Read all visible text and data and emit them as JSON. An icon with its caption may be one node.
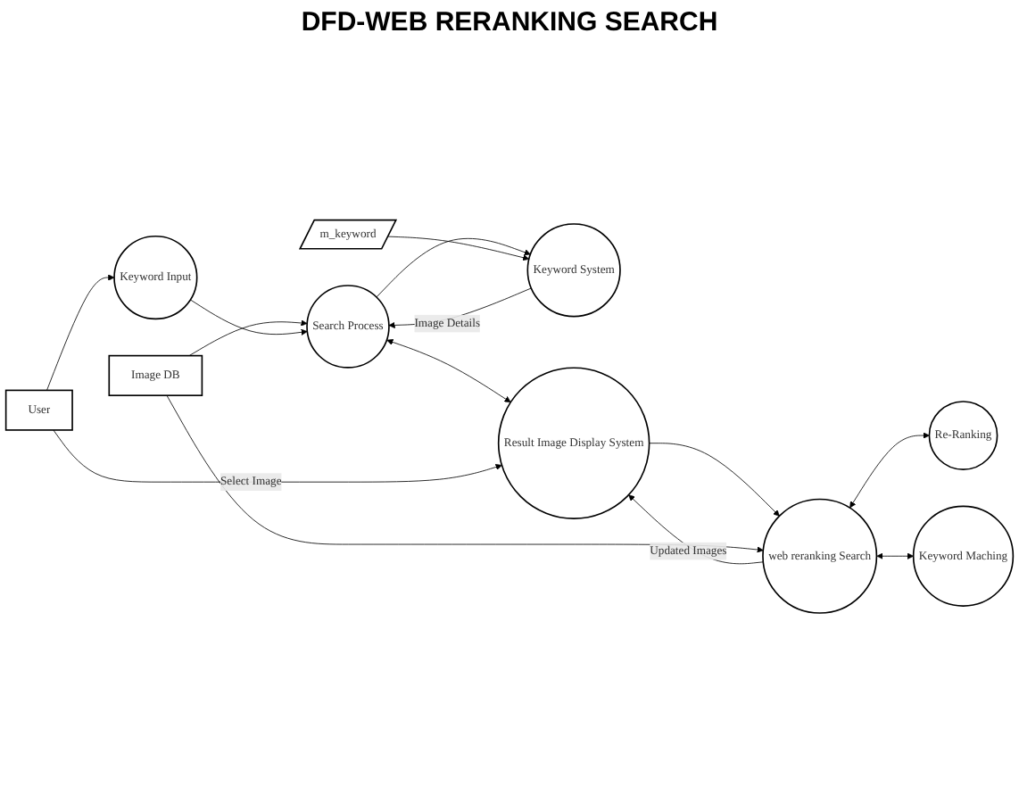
{
  "diagram": {
    "title": "DFD-WEB RERANKING SEARCH",
    "nodes": [
      {
        "text": [
          "User"
        ]
      },
      {
        "text": [
          "Image DB"
        ]
      },
      {
        "text": [
          "Keyword Input"
        ]
      },
      {
        "text": [
          "Search Process"
        ]
      },
      {
        "text": [
          "Keyword System"
        ]
      },
      {
        "text": [
          "m_keyword"
        ]
      },
      {
        "text": [
          "Re-Ranking"
        ]
      },
      {
        "text": [
          "Result Image Display System"
        ]
      },
      {
        "text": [
          "web reranking Search"
        ]
      },
      {
        "text": [
          "Keyword Maching"
        ]
      }
    ],
    "edges": [
      {
        "from": 0,
        "to": 2,
        "arrow": "to"
      },
      {
        "from": 1,
        "to": 3,
        "arrow": "to"
      },
      {
        "from": 4,
        "to": 3,
        "arrow": "to",
        "label": "Image Details"
      },
      {
        "from": 2,
        "to": 3,
        "arrow": "to"
      },
      {
        "from": 3,
        "to": 4,
        "arrow": "to"
      },
      {
        "from": 5,
        "to": 4,
        "arrow": "to"
      },
      {
        "from": 3,
        "to": 7,
        "arrow": "both"
      },
      {
        "from": 0,
        "to": 7,
        "arrow": "to",
        "label": "Select Image"
      },
      {
        "from": 7,
        "to": 8,
        "arrow": "to"
      },
      {
        "from": 8,
        "to": 7,
        "arrow": "to",
        "label": "Updated Images"
      },
      {
        "from": 1,
        "to": 8,
        "arrow": "to"
      },
      {
        "from": 8,
        "to": 6,
        "arrow": "both"
      },
      {
        "from": 8,
        "to": 9,
        "arrow": "both"
      }
    ]
  }
}
